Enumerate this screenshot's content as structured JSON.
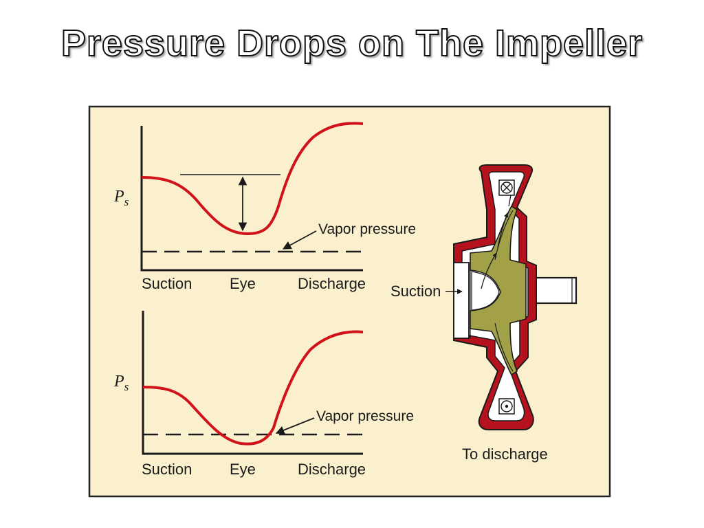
{
  "title": "Pressure Drops on The Impeller",
  "colors": {
    "panel_background": "#fbf0cd",
    "curve": "#d0121b",
    "casing": "#b5121e",
    "impeller": "#a3a148",
    "ink": "#1a1a1a"
  },
  "top_graph": {
    "y_label": "P",
    "y_label_subscript": "s",
    "x_labels": [
      "Suction",
      "Eye",
      "Discharge"
    ],
    "annotation": "Vapor pressure"
  },
  "bottom_graph": {
    "y_label": "P",
    "y_label_subscript": "s",
    "x_labels": [
      "Suction",
      "Eye",
      "Discharge"
    ],
    "annotation": "Vapor pressure"
  },
  "pump": {
    "suction_label": "Suction",
    "discharge_label": "To discharge",
    "icons": [
      "flow-into-page-icon",
      "flow-out-of-page-icon"
    ]
  }
}
